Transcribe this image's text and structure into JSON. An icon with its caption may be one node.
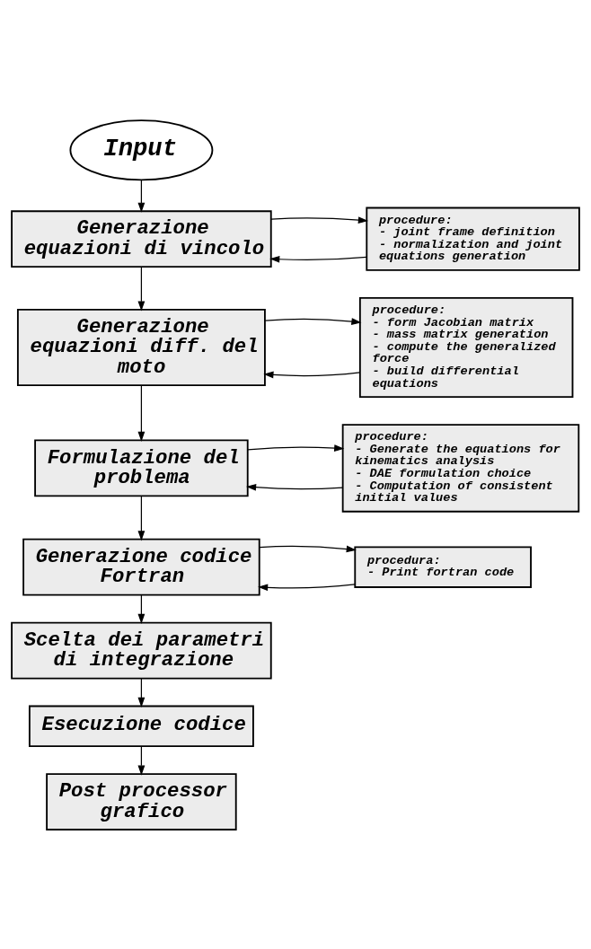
{
  "diagram": {
    "nodes": [
      {
        "text": [
          "Input"
        ]
      },
      {
        "text": [
          "Generazione equazioni di vincolo"
        ]
      },
      {
        "text": [
          "procedure:",
          "- joint frame definition",
          "- normalization and joint equations generation"
        ]
      },
      {
        "text": [
          "Generazione equazioni diff. del moto"
        ]
      },
      {
        "text": [
          "procedure:",
          "- form Jacobian matrix",
          "- mass matrix generation",
          "- compute the generalized force",
          "- build differential equations"
        ]
      },
      {
        "text": [
          "Formulazione del problema"
        ]
      },
      {
        "text": [
          "procedure:",
          "- Generate the equations for kinematics analysis",
          "- DAE formulation choice",
          "- Computation of consistent initial values"
        ]
      },
      {
        "text": [
          "Generazione codice Fortran"
        ]
      },
      {
        "text": [
          "procedura:",
          "- Print fortran code"
        ]
      },
      {
        "text": [
          "Scelta dei parametri di integrazione"
        ]
      },
      {
        "text": [
          "Esecuzione codice"
        ]
      },
      {
        "text": [
          "Post processor grafico"
        ]
      }
    ],
    "edges": [
      {
        "from": 0,
        "to": 1,
        "arrow": "to"
      },
      {
        "from": 2,
        "to": 1,
        "arrow": "to"
      },
      {
        "from": 1,
        "to": 2,
        "arrow": "to"
      },
      {
        "from": 1,
        "to": 3,
        "arrow": "to"
      },
      {
        "from": 4,
        "to": 3,
        "arrow": "to"
      },
      {
        "from": 3,
        "to": 4,
        "arrow": "to"
      },
      {
        "from": 3,
        "to": 5,
        "arrow": "to"
      },
      {
        "from": 6,
        "to": 5,
        "arrow": "to"
      },
      {
        "from": 5,
        "to": 6,
        "arrow": "to"
      },
      {
        "from": 5,
        "to": 7,
        "arrow": "to"
      },
      {
        "from": 8,
        "to": 7,
        "arrow": "to"
      },
      {
        "from": 7,
        "to": 8,
        "arrow": "to"
      },
      {
        "from": 7,
        "to": 9,
        "arrow": "to"
      },
      {
        "from": 9,
        "to": 10,
        "arrow": "to"
      },
      {
        "from": 10,
        "to": 11,
        "arrow": "to"
      }
    ]
  }
}
